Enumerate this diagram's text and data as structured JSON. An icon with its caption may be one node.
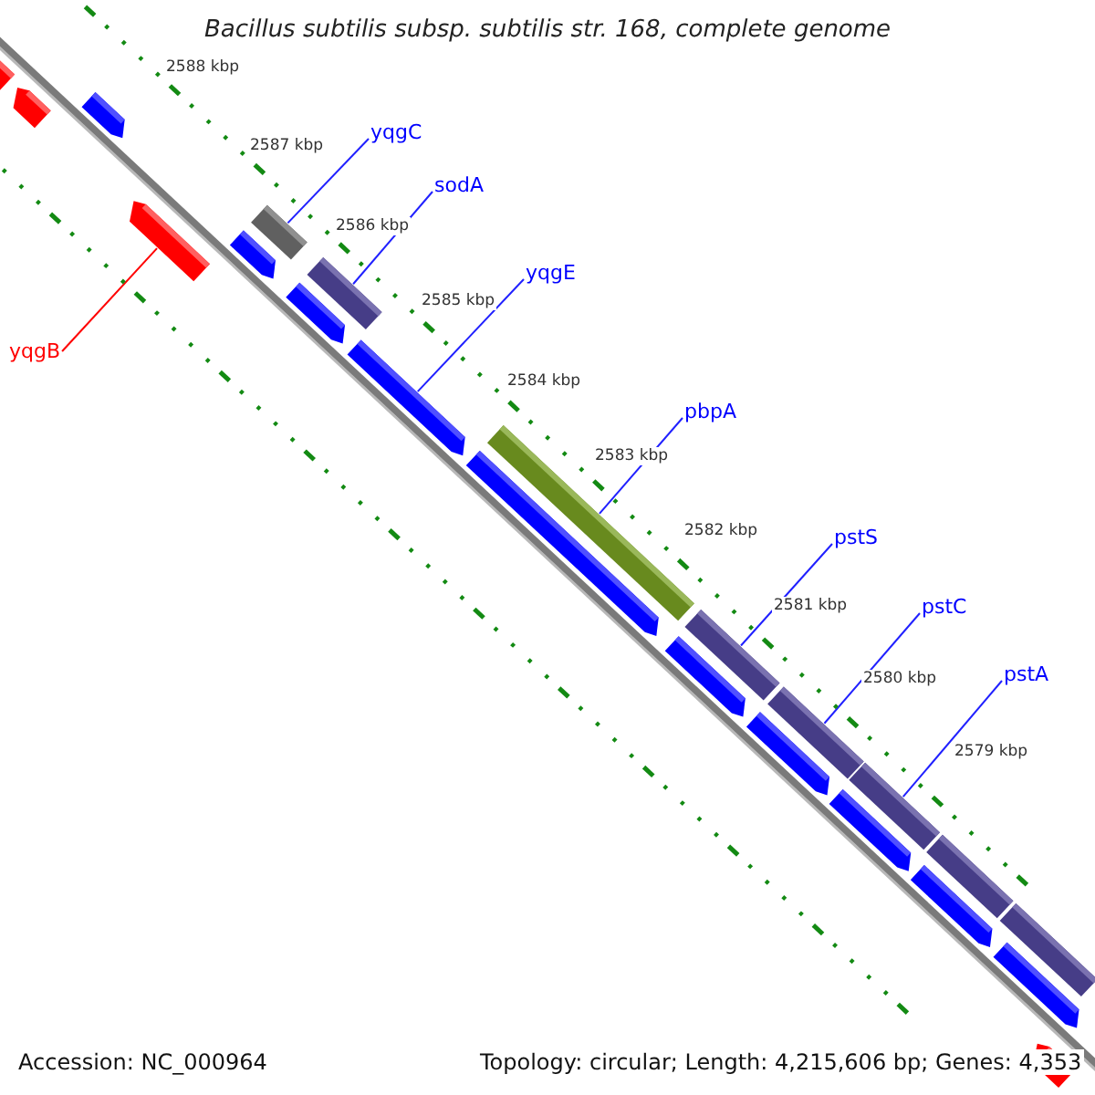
{
  "diagram": {
    "title": "Bacillus subtilis subsp. subtilis str. 168, complete genome",
    "nodes": [
      {
        "text": [
          "yqgC"
        ]
      },
      {
        "text": [
          "sodA"
        ]
      },
      {
        "text": [
          "yqgE"
        ]
      },
      {
        "text": [
          "pbpA"
        ]
      },
      {
        "text": [
          "pstS"
        ]
      },
      {
        "text": [
          "pstC"
        ]
      },
      {
        "text": [
          "pstA"
        ]
      },
      {
        "text": [
          "yqgB"
        ]
      },
      {
        "text": [],
        "shape": "arrow"
      },
      {
        "text": [],
        "shape": "arrow"
      },
      {
        "text": [],
        "shape": "arrow"
      },
      {
        "text": [],
        "shape": "arrow"
      },
      {
        "text": [],
        "shape": "arrow"
      },
      {
        "text": [],
        "shape": "arrow"
      },
      {
        "text": [],
        "shape": "arrow"
      },
      {
        "text": [],
        "shape": "arrow"
      },
      {
        "text": [],
        "shape": "arrow"
      },
      {
        "text": [],
        "shape": "arrow"
      },
      {
        "text": [],
        "shape": "arrow"
      },
      {
        "text": [],
        "shape": "arrow"
      },
      {
        "text": [],
        "shape": "arrow"
      },
      {
        "text": [],
        "shape": "arrow"
      },
      {
        "text": [],
        "shape": "bar"
      },
      {
        "text": [],
        "shape": "bar"
      },
      {
        "text": [],
        "shape": "bar"
      },
      {
        "text": [],
        "shape": "bar"
      },
      {
        "text": [],
        "shape": "bar"
      },
      {
        "text": [],
        "shape": "bar"
      },
      {
        "text": [],
        "shape": "bar"
      },
      {
        "text": [],
        "shape": "bar"
      }
    ],
    "edges": [
      {
        "from": 0,
        "to": 22,
        "arrow": "none"
      },
      {
        "from": 1,
        "to": 23,
        "arrow": "none"
      },
      {
        "from": 2,
        "to": 15,
        "arrow": "none"
      },
      {
        "from": 3,
        "to": 24,
        "arrow": "none"
      },
      {
        "from": 4,
        "to": 25,
        "arrow": "none"
      },
      {
        "from": 5,
        "to": 26,
        "arrow": "none"
      },
      {
        "from": 6,
        "to": 27,
        "arrow": "none"
      },
      {
        "from": 7,
        "to": 10,
        "arrow": "none",
        "color": "#ff0000"
      }
    ],
    "labels": [
      "2588 kbp",
      "2587 kbp",
      "2586 kbp",
      "2585 kbp",
      "2584 kbp",
      "2583 kbp",
      "2582 kbp",
      "2581 kbp",
      "2580 kbp",
      "2579 kbp",
      "Accession: NC_000964",
      "Topology: circular; Length: 4,215,606 bp; Genes: 4,353"
    ]
  }
}
